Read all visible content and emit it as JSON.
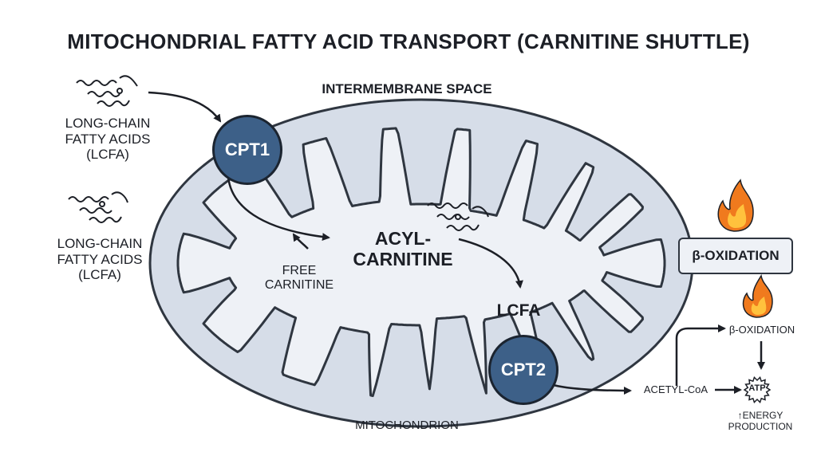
{
  "title": "MITOCHONDRIAL FATTY ACID TRANSPORT (CARNITINE SHUTTLE)",
  "labels": {
    "intermembrane_space": "INTERMEMBRANE SPACE",
    "lcfa_top": "LONG-CHAIN\nFATTY ACIDS\n(LCFA)",
    "lcfa_mid": "LONG-CHAIN\nFATTY ACIDS\n(LCFA)",
    "cpt1": "CPT1",
    "cpt2": "CPT2",
    "acyl_carnitine": "ACYL-\nCARNITINE",
    "free_carnitine": "FREE\nCARNITINE",
    "lcfa_inner": "LCFA",
    "mitochondrion": "MITOCHONDRION",
    "beta_oxidation_box": "β-OXIDATION",
    "beta_oxidation_small": "β-OXIDATION",
    "acetyl_coa": "ACETYL-CoA",
    "atp": "ATP",
    "energy_production": "↑ENERGY\nPRODUCTION"
  },
  "colors": {
    "outer_membrane": "#d6dde8",
    "matrix": "#eef1f6",
    "stroke": "#2f3640",
    "enzyme": "#3d6088",
    "flame_outer": "#f07a1e",
    "flame_inner": "#ffc23d"
  },
  "icons": [
    "squiggle-molecule-icon",
    "flame-icon",
    "atp-starburst-icon",
    "arrow-icon"
  ]
}
